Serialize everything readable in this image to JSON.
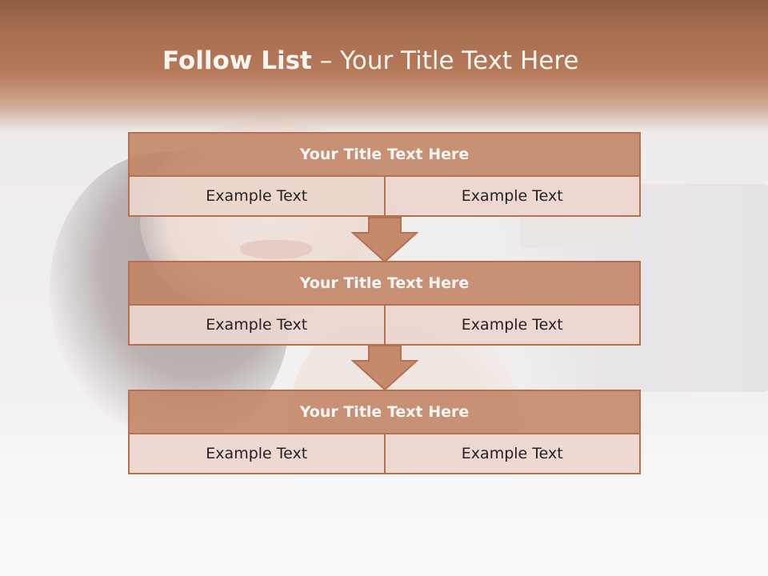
{
  "slide": {
    "title_bold": "Follow List",
    "title_rest": " – Your Title Text Here"
  },
  "blocks": [
    {
      "title": "Your Title Text Here",
      "left": "Example Text",
      "right": "Example Text"
    },
    {
      "title": "Your Title Text Here",
      "left": "Example Text",
      "right": "Example Text"
    },
    {
      "title": "Your Title Text Here",
      "left": "Example Text",
      "right": "Example Text"
    }
  ],
  "colors": {
    "header": "#b67a5a",
    "block_title_fill": "#c18465",
    "block_border": "#b7704f",
    "cell_fill": "#ecd6ce"
  }
}
